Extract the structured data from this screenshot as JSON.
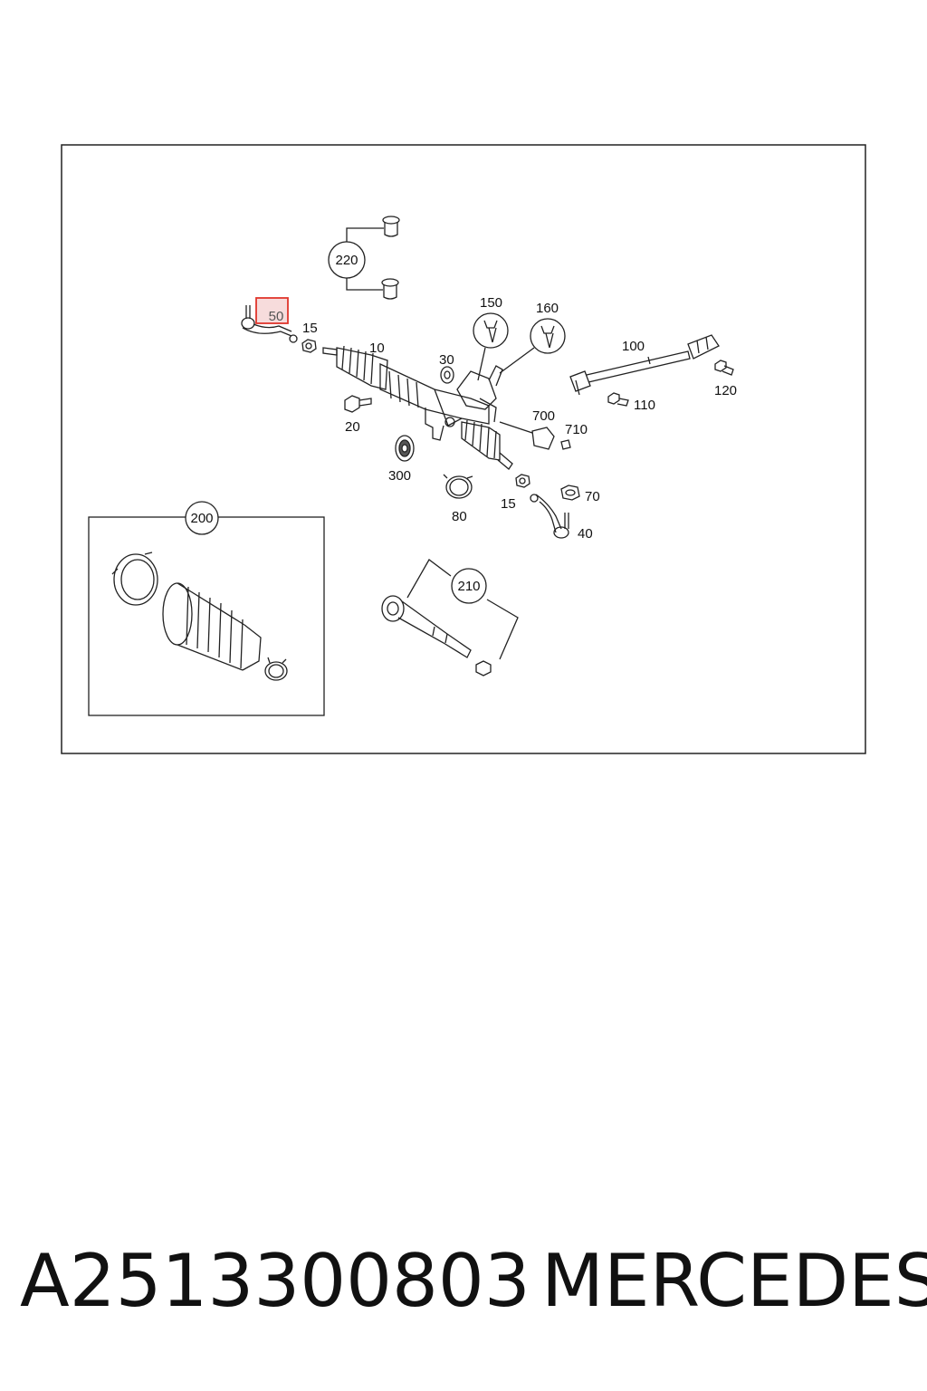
{
  "diagram": {
    "callouts": {
      "c220": "220",
      "c50": "50",
      "c15a": "15",
      "c10": "10",
      "c30": "30",
      "c150": "150",
      "c160": "160",
      "c100": "100",
      "c120": "120",
      "c110": "110",
      "c20": "20",
      "c700": "700",
      "c710": "710",
      "c300": "300",
      "c80": "80",
      "c15b": "15",
      "c70": "70",
      "c40": "40",
      "c200": "200",
      "c210": "210"
    },
    "highlighted_part": "50",
    "colors": {
      "highlight_border": "#e0362c",
      "highlight_fill": "#f7dcdc",
      "line": "#222222"
    }
  },
  "caption": {
    "part_number": "A2513300803",
    "brand": "MERCEDES"
  }
}
